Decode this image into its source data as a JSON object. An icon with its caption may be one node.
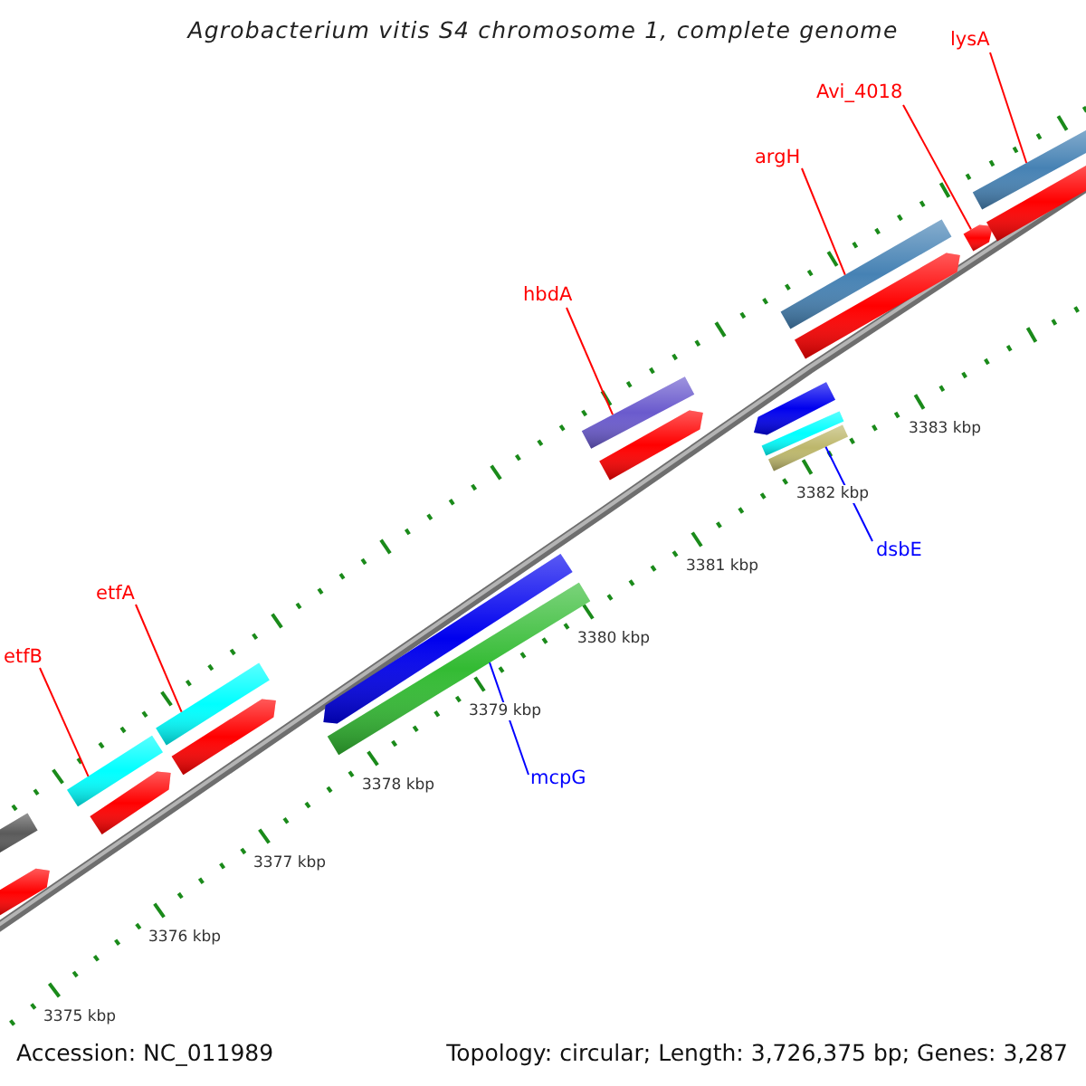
{
  "diagram": {
    "title": "Agrobacterium vitis S4 chromosome 1, complete genome",
    "nodes": [
      {
        "text": [
          "lysA"
        ]
      },
      {
        "text": [
          "Avi_4018"
        ]
      },
      {
        "text": [
          "argH"
        ]
      },
      {
        "text": [
          "hbdA"
        ]
      },
      {
        "text": [
          "etfA"
        ]
      },
      {
        "text": [
          "dsbE"
        ]
      },
      {
        "text": [
          "etfB"
        ]
      },
      {
        "text": [
          "mcpG"
        ]
      },
      {
        "text": [],
        "shape": "bar"
      },
      {
        "text": [],
        "shape": "bar"
      },
      {
        "text": [],
        "shape": "bar"
      },
      {
        "text": [],
        "shape": "bar"
      },
      {
        "text": [],
        "shape": "bar"
      },
      {
        "text": [],
        "shape": "bar"
      },
      {
        "text": [],
        "shape": "bar"
      },
      {
        "text": [],
        "shape": "bar"
      },
      {
        "text": [],
        "shape": "bar"
      },
      {
        "text": [],
        "shape": "bar"
      },
      {
        "text": [],
        "shape": "bar"
      },
      {
        "text": [],
        "shape": "bar"
      },
      {
        "text": [],
        "shape": "bar"
      },
      {
        "text": [],
        "shape": "bar"
      },
      {
        "text": [],
        "shape": "bar"
      },
      {
        "text": [],
        "shape": "bar"
      },
      {
        "text": [],
        "shape": "bar"
      },
      {
        "text": [],
        "shape": "bar"
      }
    ],
    "edges": [
      {
        "from": 0,
        "to": 24,
        "arrow": "none"
      },
      {
        "from": 1,
        "to": 23,
        "arrow": "none"
      },
      {
        "from": 2,
        "to": 21,
        "arrow": "none"
      },
      {
        "from": 3,
        "to": 16,
        "arrow": "none"
      },
      {
        "from": 4,
        "to": 12,
        "arrow": "none"
      },
      {
        "from": 5,
        "to": 20,
        "arrow": "none",
        "color": "#0000ff"
      },
      {
        "from": 6,
        "to": 10,
        "arrow": "none"
      },
      {
        "from": 7,
        "to": 15,
        "arrow": "none",
        "color": "#0000ff"
      }
    ],
    "labels": [
      "3375 kbp",
      "3376 kbp",
      "3377 kbp",
      "3378 kbp",
      "3379 kbp",
      "3380 kbp",
      "3381 kbp",
      "3382 kbp",
      "3383 kbp",
      "Accession: NC_011989",
      "Topology: circular; Length: 3,726,375 bp; Genes: 3,287"
    ]
  }
}
